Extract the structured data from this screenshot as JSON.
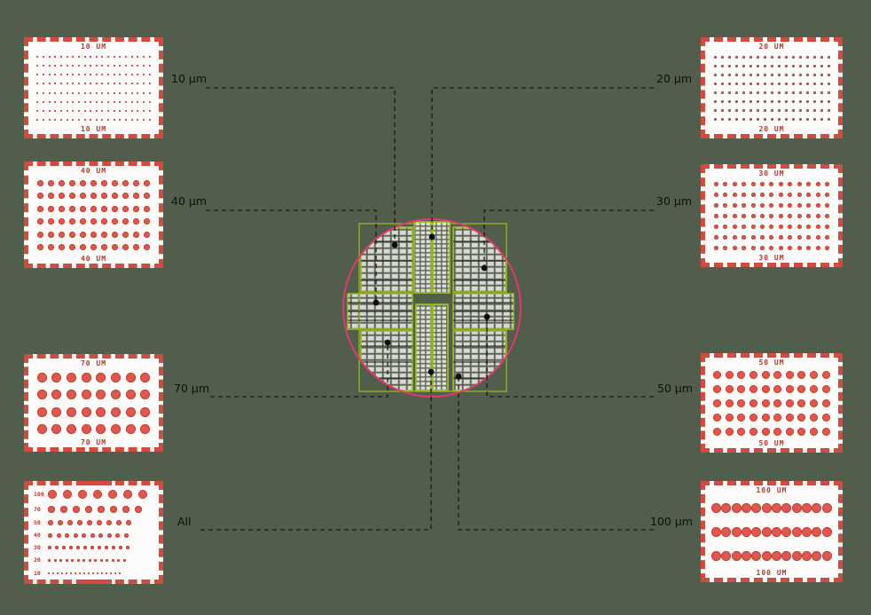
{
  "colors": {
    "background": "#505e4b",
    "panel_bg": "#fdfcfa",
    "panel_border": "#d24b41",
    "dot_fill": "#e2574d",
    "dot_edge": "#c04337",
    "panel_label": "#b03a30",
    "callout_text": "#0e0e0e",
    "callout_line": "#1a1a1a",
    "wafer_circle": "#e23a6e",
    "die_border": "#9cbf1e",
    "grid_cell": "#d8d8d3"
  },
  "panels": [
    {
      "id": "10um",
      "label_top": "10 UM",
      "label_bottom": "10 UM",
      "rows": 8,
      "cols": 20,
      "dot": 2
    },
    {
      "id": "40um",
      "label_top": "40 UM",
      "label_bottom": "40 UM",
      "rows": 6,
      "cols": 11,
      "dot": 7
    },
    {
      "id": "70um",
      "label_top": "70 UM",
      "label_bottom": "70 UM",
      "rows": 4,
      "cols": 8,
      "dot": 11
    },
    {
      "id": "20um",
      "label_top": "20 UM",
      "label_bottom": "20 UM",
      "rows": 8,
      "cols": 17,
      "dot": 3
    },
    {
      "id": "30um",
      "label_top": "30 UM",
      "label_bottom": "30 UM",
      "rows": 7,
      "cols": 13,
      "dot": 5
    },
    {
      "id": "50um",
      "label_top": "50 UM",
      "label_bottom": "50 UM",
      "rows": 5,
      "cols": 10,
      "dot": 9
    },
    {
      "id": "100um",
      "label_top": "100 UM",
      "label_bottom": "100 UM",
      "rows": 3,
      "cols": 12,
      "dot": 11
    }
  ],
  "all_panel": {
    "rows": [
      {
        "label": "100",
        "count": 7,
        "dot": 10,
        "gap": 7
      },
      {
        "label": "70",
        "count": 8,
        "dot": 8,
        "gap": 6
      },
      {
        "label": "50",
        "count": 9,
        "dot": 6,
        "gap": 5
      },
      {
        "label": "40",
        "count": 10,
        "dot": 5,
        "gap": 4.5
      },
      {
        "label": "30",
        "count": 12,
        "dot": 4,
        "gap": 4
      },
      {
        "label": "20",
        "count": 14,
        "dot": 3,
        "gap": 3.5
      },
      {
        "label": "10",
        "count": 17,
        "dot": 2,
        "gap": 3
      }
    ]
  },
  "callouts": {
    "c10": "10 µm",
    "c20": "20 µm",
    "c40": "40 µm",
    "c30": "30 µm",
    "c70": "70 µm",
    "c50": "50 µm",
    "call": "All",
    "c100": "100 µm"
  }
}
